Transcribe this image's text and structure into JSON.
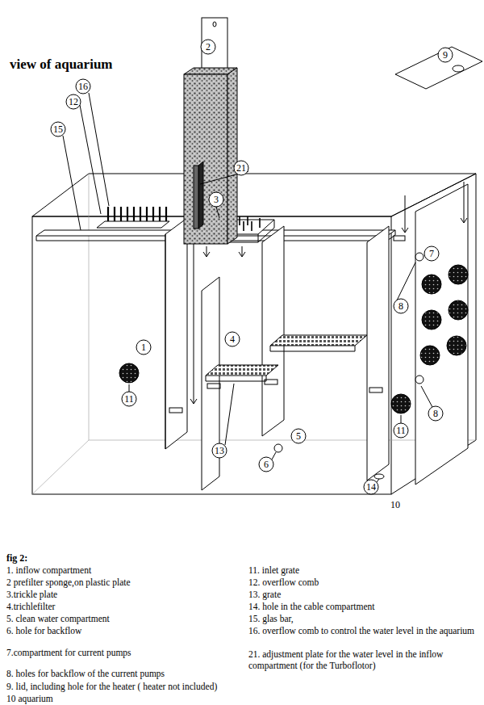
{
  "diagram": {
    "title": "view of aquarium",
    "caption": "fig 2:",
    "labels": [
      "2",
      "9",
      "16",
      "12",
      "21",
      "3",
      "15",
      "7",
      "8",
      "1",
      "4",
      "11",
      "8",
      "5",
      "11",
      "13",
      "6",
      "14",
      "10",
      "1. inflow compartment",
      "2 prefilter sponge,on plastic plate",
      "3.trickle plate",
      "4.trichlefilter",
      "5. clean water compartment",
      "6. hole for backflow",
      "7.compartment for current pumps",
      "8. holes for backflow of the current pumps",
      "9. lid, including hole for the heater ( heater not included)",
      "10 aquarium",
      "11. inlet grate",
      "12. overflow comb",
      "13. grate",
      "14. hole in the cable compartment",
      "15. glas bar,",
      "16. overflow comb to control the water level in the aquarium",
      "21. adjustment plate for the water level in the inflow compartment (for the Turboflotor)"
    ]
  }
}
